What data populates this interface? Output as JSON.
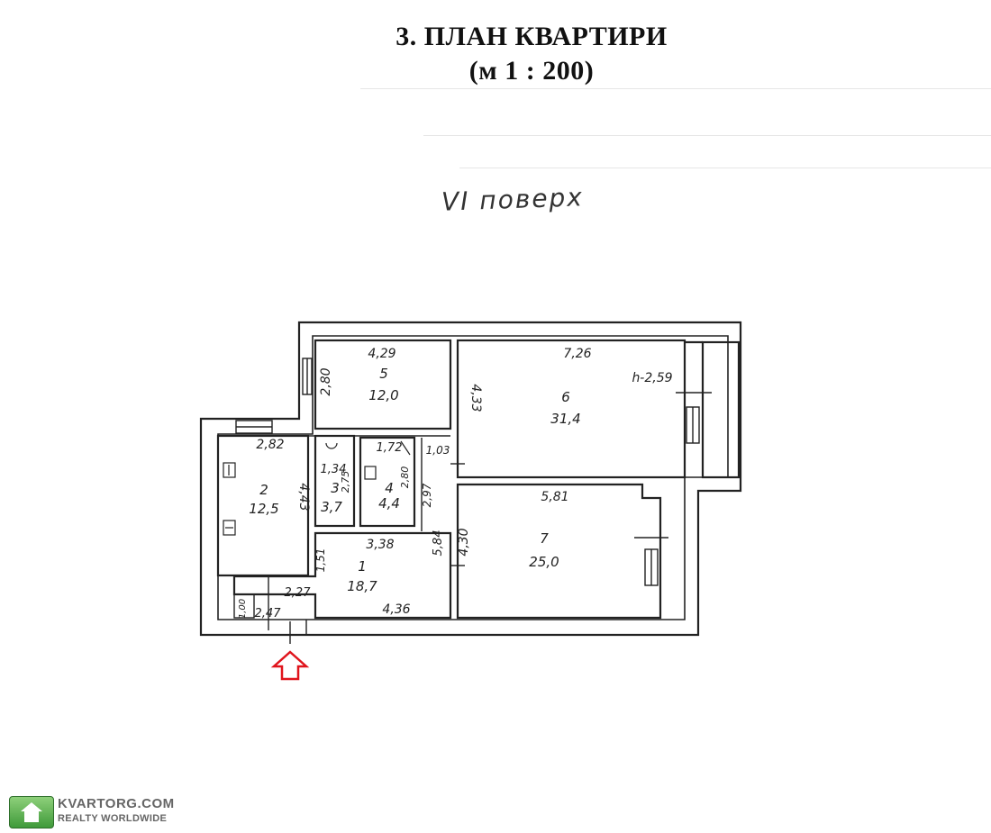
{
  "header": {
    "title": "3. ПЛАН КВАРТИРИ",
    "scale": "(м 1 : 200)"
  },
  "floor_note": "VI поверх",
  "rooms": [
    {
      "number": "1",
      "area": "18,7"
    },
    {
      "number": "2",
      "area": "12,5"
    },
    {
      "number": "3",
      "area": "3,7"
    },
    {
      "number": "4",
      "area": "4,4"
    },
    {
      "number": "5",
      "area": "12,0"
    },
    {
      "number": "6",
      "area": "31,4"
    },
    {
      "number": "7",
      "area": "25,0"
    }
  ],
  "dimensions": {
    "r5_width": "4,29",
    "r5_depth": "2,80",
    "r6_width": "7,26",
    "r6_depth": "4,33",
    "ceiling_height": "h-2,59",
    "r2_width": "2,82",
    "r2_depth": "4,43",
    "r3_width": "1,34",
    "r3_depth": "2,75",
    "r4_width": "1,72",
    "r4_depth": "2,80",
    "r4_side": "2,97",
    "passage": "1,03",
    "r1_top": "3,38",
    "r1_bottom": "4,36",
    "r1_left": "1,51",
    "r1_right": "5,84",
    "r1_lower": "2,27",
    "r7_width": "5,81",
    "r7_depth": "4,30",
    "entry_width": "2,47",
    "entry_depth": "1,00"
  },
  "entrance_marker_color": "#e0141c",
  "logo": {
    "name": "KVARTORG.COM",
    "tagline": "REALTY WORLDWIDE"
  }
}
